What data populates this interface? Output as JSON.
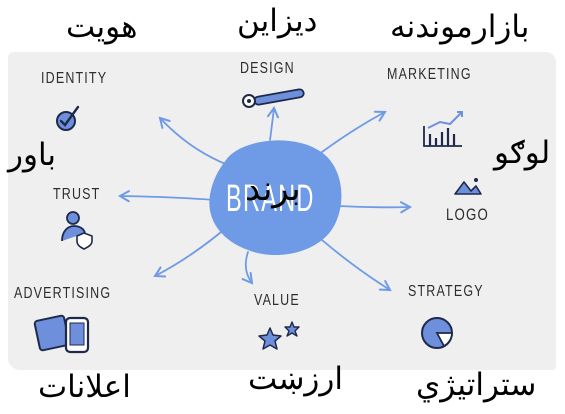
{
  "center": {
    "label": "BRAND",
    "overlay": "برند"
  },
  "nodes": {
    "identity": {
      "label": "IDENTITY",
      "overlay": "هویت"
    },
    "design": {
      "label": "DESIGN",
      "overlay": "دیزاین"
    },
    "marketing": {
      "label": "MARKETING",
      "overlay": "بازارموندنه"
    },
    "trust": {
      "label": "TRUST",
      "overlay": "باور"
    },
    "logo": {
      "label": "LOGO",
      "overlay": "لوګو"
    },
    "advertising": {
      "label": "ADVERTISING",
      "overlay": "اعلانات"
    },
    "value": {
      "label": "VALUE",
      "overlay": "ارزښت"
    },
    "strategy": {
      "label": "STRATEGY",
      "overlay": "ستراتیژي"
    }
  },
  "icons": {
    "identity": "checkmark-badge-icon",
    "design": "pen-icon",
    "marketing": "bar-chart-icon",
    "trust": "user-shield-icon",
    "logo": "mountain-icon",
    "advertising": "devices-icon",
    "value": "stars-icon",
    "strategy": "pie-chart-icon"
  },
  "colors": {
    "accent": "#6f9ae6",
    "icon_fill": "#6d8fdc",
    "ink": "#1f2a4a",
    "background": "#efefef"
  }
}
